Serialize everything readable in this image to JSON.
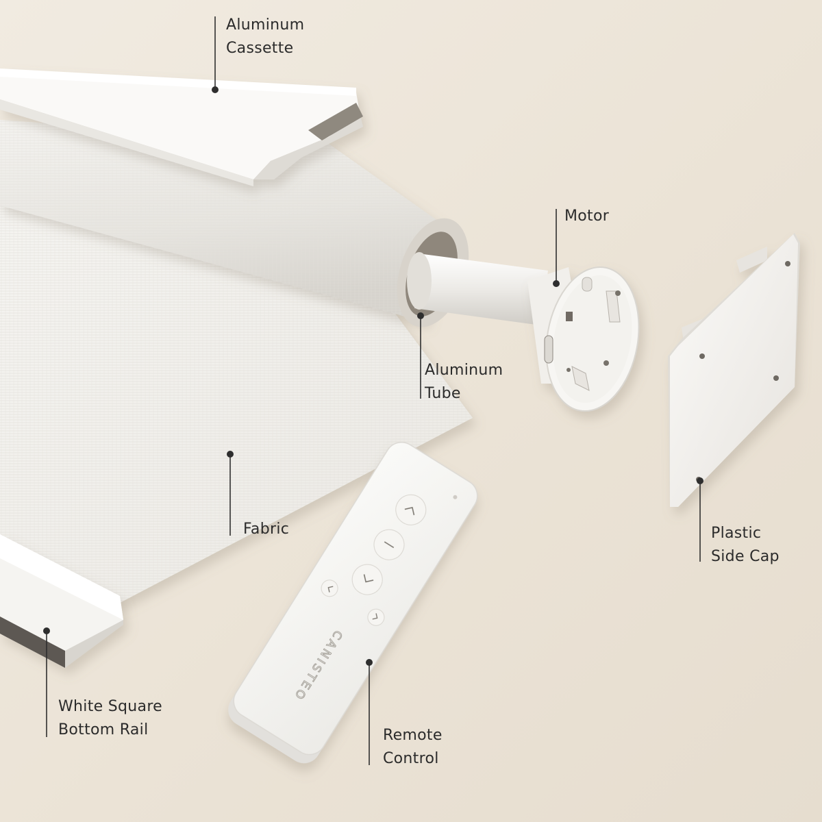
{
  "brand_logo_text": "CANISTEO",
  "callouts": {
    "cassette": {
      "line1": "Aluminum",
      "line2": "Cassette"
    },
    "motor": {
      "line1": "Motor"
    },
    "tube": {
      "line1": "Aluminum",
      "line2": "Tube"
    },
    "fabric": {
      "line1": "Fabric"
    },
    "side_cap": {
      "line1": "Plastic",
      "line2": "Side Cap"
    },
    "bottom_rail": {
      "line1": "White Square",
      "line2": "Bottom Rail"
    },
    "remote": {
      "line1": "Remote",
      "line2": "Control"
    }
  },
  "remote_buttons": [
    "up-icon",
    "stop-icon",
    "down-icon",
    "channel-prev-icon",
    "channel-next-icon"
  ],
  "colors": {
    "background": "#ece5d9",
    "product_white": "#f7f6f3",
    "leader_line": "#2e2e2e",
    "label_text": "#2b2b2b"
  }
}
